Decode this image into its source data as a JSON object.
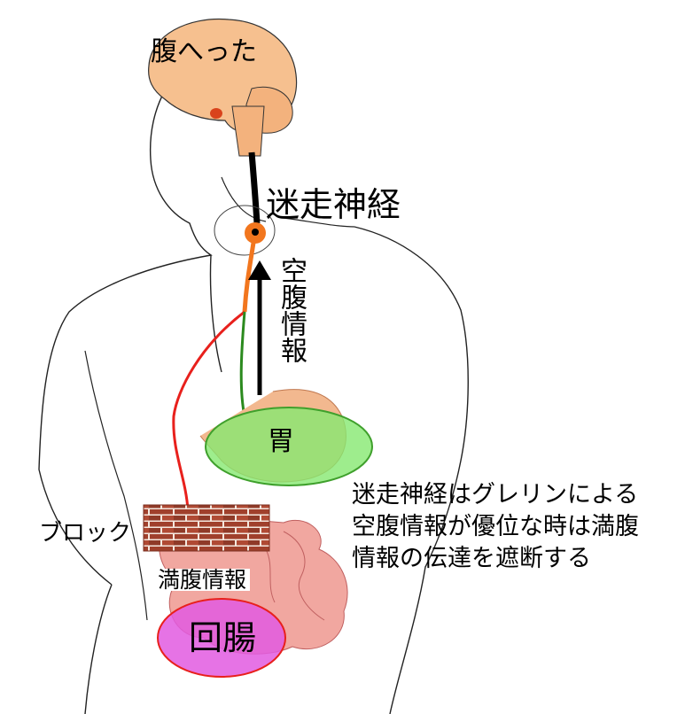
{
  "labels": {
    "brain": "腹へった",
    "vagus_nerve": "迷走神経",
    "hunger_info": "空腹情報",
    "stomach": "胃",
    "block": "ブロック",
    "satiety_info": "満腹情報",
    "ileum": "回腸"
  },
  "note_lines": [
    "迷走神経はグレリンによる",
    "空腹情報が優位な時は満腹",
    "情報の伝達を遮断する"
  ],
  "colors": {
    "brain": "#f6c08f",
    "stomach_highlight": "#86e870",
    "ileum_highlight": "#e25ae0",
    "satiety_path": "#e8201c",
    "hunger_path": "#2b8a1e",
    "nerve_orange": "#f2761e",
    "brick": "#a0402c"
  }
}
